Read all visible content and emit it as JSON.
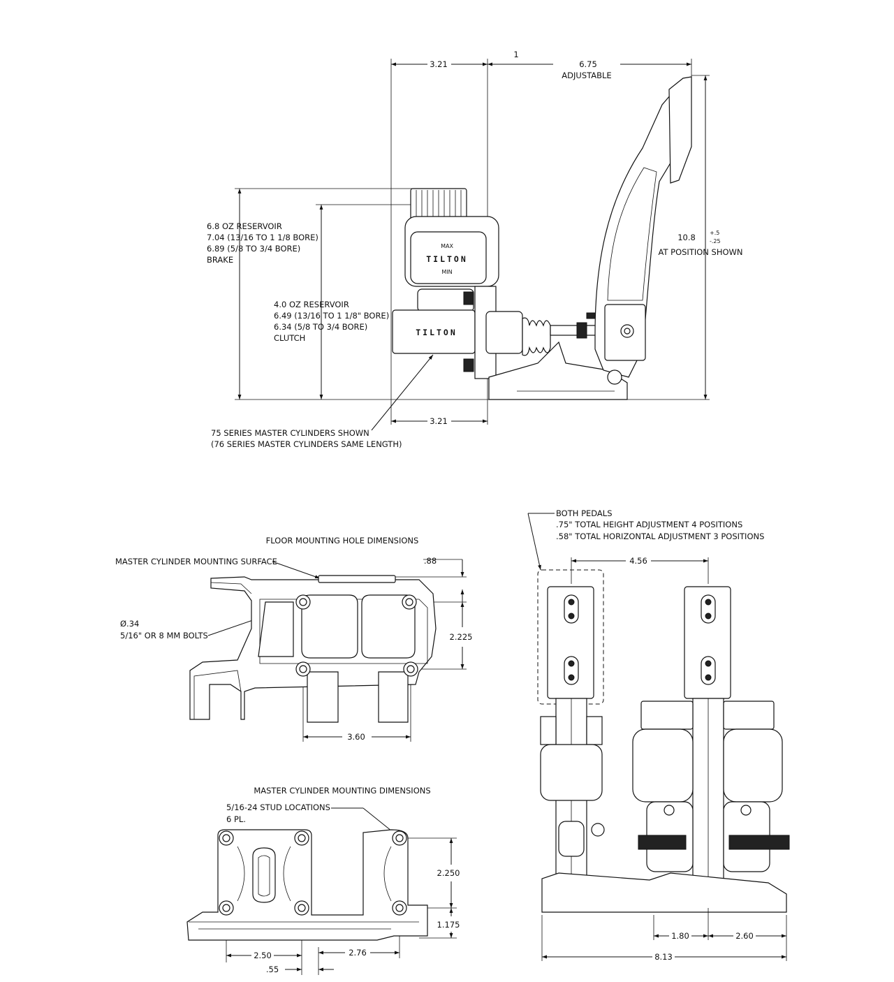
{
  "side_view": {
    "dim_top_left": "3.21",
    "dim_top_mid": "1",
    "dim_top_right": "6.75",
    "dim_top_right_note": "ADJUSTABLE",
    "dim_bottom": "3.21",
    "height_value": "10.8",
    "height_tol_plus": "+.5",
    "height_tol_minus": "-.25",
    "height_note": "AT POSITION SHOWN",
    "brake_res_lines": [
      "6.8 OZ RESERVOIR",
      "7.04  (13/16 TO 1 1/8 BORE)",
      "6.89 (5/8 TO 3/4 BORE)",
      "BRAKE"
    ],
    "clutch_res_lines": [
      "4.0 OZ RESERVOIR",
      "6.49  (13/16 TO 1 1/8\" BORE)",
      "6.34 (5/8 TO 3/4 BORE)",
      "CLUTCH"
    ],
    "series_note_lines": [
      "75 SERIES MASTER CYLINDERS SHOWN",
      "(76 SERIES MASTER CYLINDERS SAME LENGTH)"
    ],
    "brand": "TILTON",
    "max_label": "MAX",
    "min_label": "MIN"
  },
  "floor_view": {
    "title": "FLOOR MOUNTING HOLE DIMENSIONS",
    "surface_label": "MASTER CYLINDER MOUNTING SURFACE",
    "dim_88": ".88",
    "hole_dia": "Ø.34",
    "bolt_label": "5/16\" OR 8 MM BOLTS",
    "dim_2225": "2.225",
    "dim_360": "3.60"
  },
  "mc_view": {
    "title": "MASTER CYLINDER MOUNTING DIMENSIONS",
    "stud_lines": [
      "5/16-24 STUD LOCATIONS",
      "6 PL."
    ],
    "dim_2250": "2.250",
    "dim_1175": "1.175",
    "dim_250": "2.50",
    "dim_276": "2.76",
    "dim_55": ".55"
  },
  "front_view": {
    "note_lines": [
      "BOTH PEDALS",
      ".75\" TOTAL HEIGHT ADJUSTMENT 4 POSITIONS",
      ".58\" TOTAL HORIZONTAL ADJUSTMENT 3 POSITIONS"
    ],
    "dim_456": "4.56",
    "dim_180": "1.80",
    "dim_260": "2.60",
    "dim_813": "8.13"
  }
}
